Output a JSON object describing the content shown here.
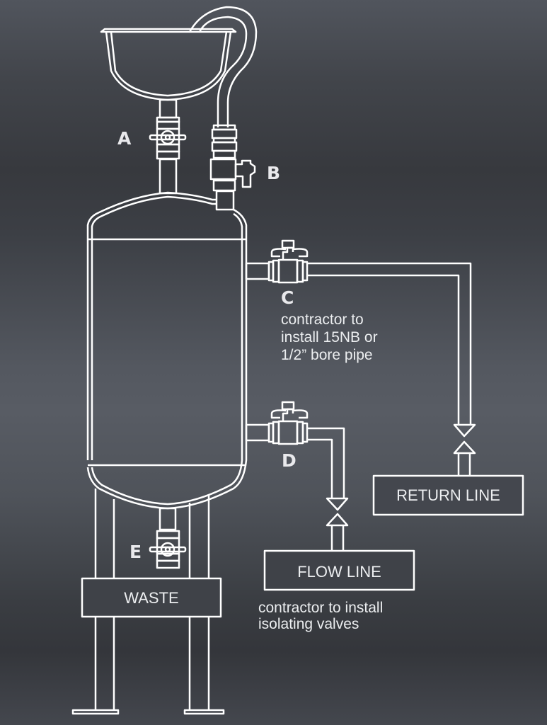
{
  "labels": {
    "a": "A",
    "b": "B",
    "c": "C",
    "d": "D",
    "e": "E"
  },
  "notes": {
    "c_note": [
      "contractor to",
      "install 15NB or",
      "1/2” bore pipe"
    ],
    "flow_note": [
      "contractor to install",
      "isolating valves"
    ]
  },
  "boxes": {
    "return_line": "RETURN LINE",
    "flow_line": "FLOW LINE",
    "waste": "WASTE"
  },
  "colors": {
    "line": "#ffffff",
    "text": "#eceef0"
  },
  "icons": {
    "valves": [
      "ball-valve-a",
      "gate-valve-b",
      "ball-valve-c",
      "ball-valve-d",
      "ball-valve-e"
    ]
  }
}
